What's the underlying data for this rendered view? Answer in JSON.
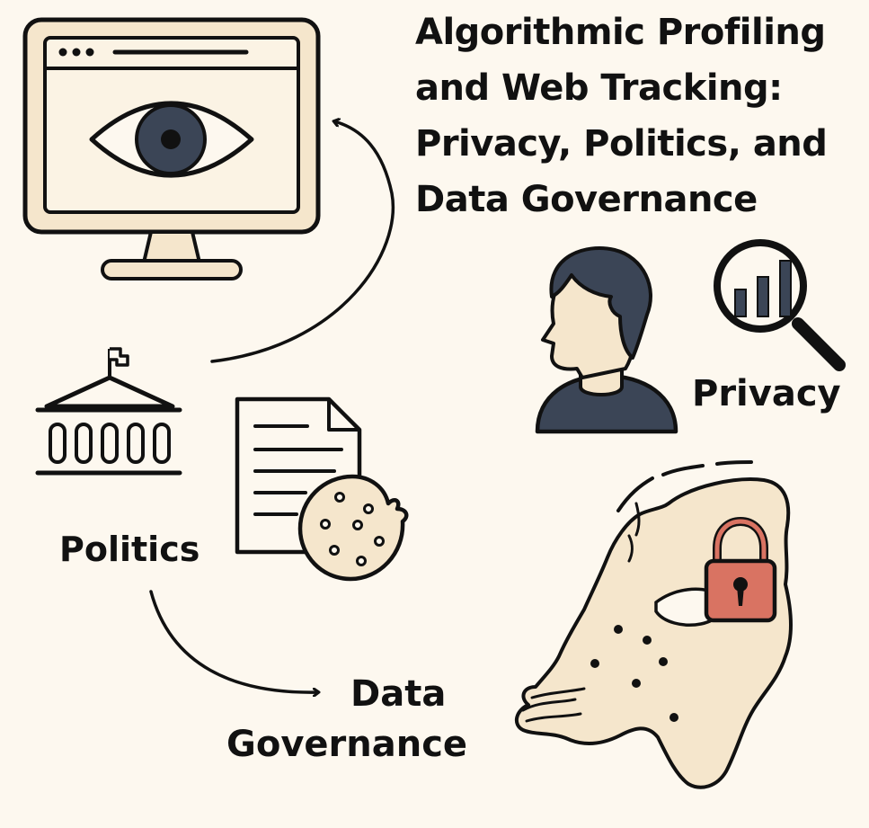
{
  "title": {
    "line1": "Algorithmic Profiling",
    "line2": "and Web Tracking:",
    "line3": "Privacy, Politics, and",
    "line4": "Data Governance"
  },
  "labels": {
    "privacy": "Privacy",
    "politics": "Politics",
    "data_governance_line1": "Data",
    "data_governance_line2": "Governance"
  },
  "icons": {
    "monitor": "monitor-eye-icon",
    "government": "government-building-icon",
    "document": "document-icon",
    "cookie": "cookie-icon",
    "person": "person-icon",
    "magnifier": "magnifier-bar-chart-icon",
    "map": "netherlands-map-icon",
    "lock": "padlock-icon"
  },
  "colors": {
    "background": "#fdf8ef",
    "outline": "#111111",
    "fill_beige": "#f5e6cc",
    "eye_iris": "#3b4556",
    "lock_red": "#d97362"
  }
}
